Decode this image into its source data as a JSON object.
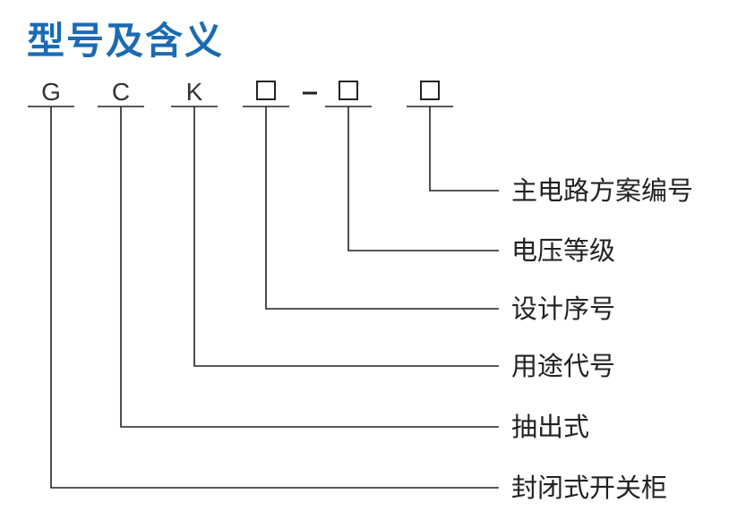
{
  "title": "型号及含义",
  "code": {
    "dash": "-",
    "segments": [
      {
        "char": "G",
        "kind": "letter"
      },
      {
        "char": "C",
        "kind": "letter"
      },
      {
        "char": "K",
        "kind": "letter"
      },
      {
        "char": "",
        "kind": "box"
      },
      {
        "char": "",
        "kind": "box"
      },
      {
        "char": "",
        "kind": "box"
      }
    ]
  },
  "meanings": [
    {
      "segment": 5,
      "label": "主电路方案编号"
    },
    {
      "segment": 4,
      "label": "电压等级"
    },
    {
      "segment": 3,
      "label": "设计序号"
    },
    {
      "segment": 2,
      "label": "用途代号"
    },
    {
      "segment": 1,
      "label": "抽出式"
    },
    {
      "segment": 0,
      "label": "封闭式开关柜"
    }
  ]
}
